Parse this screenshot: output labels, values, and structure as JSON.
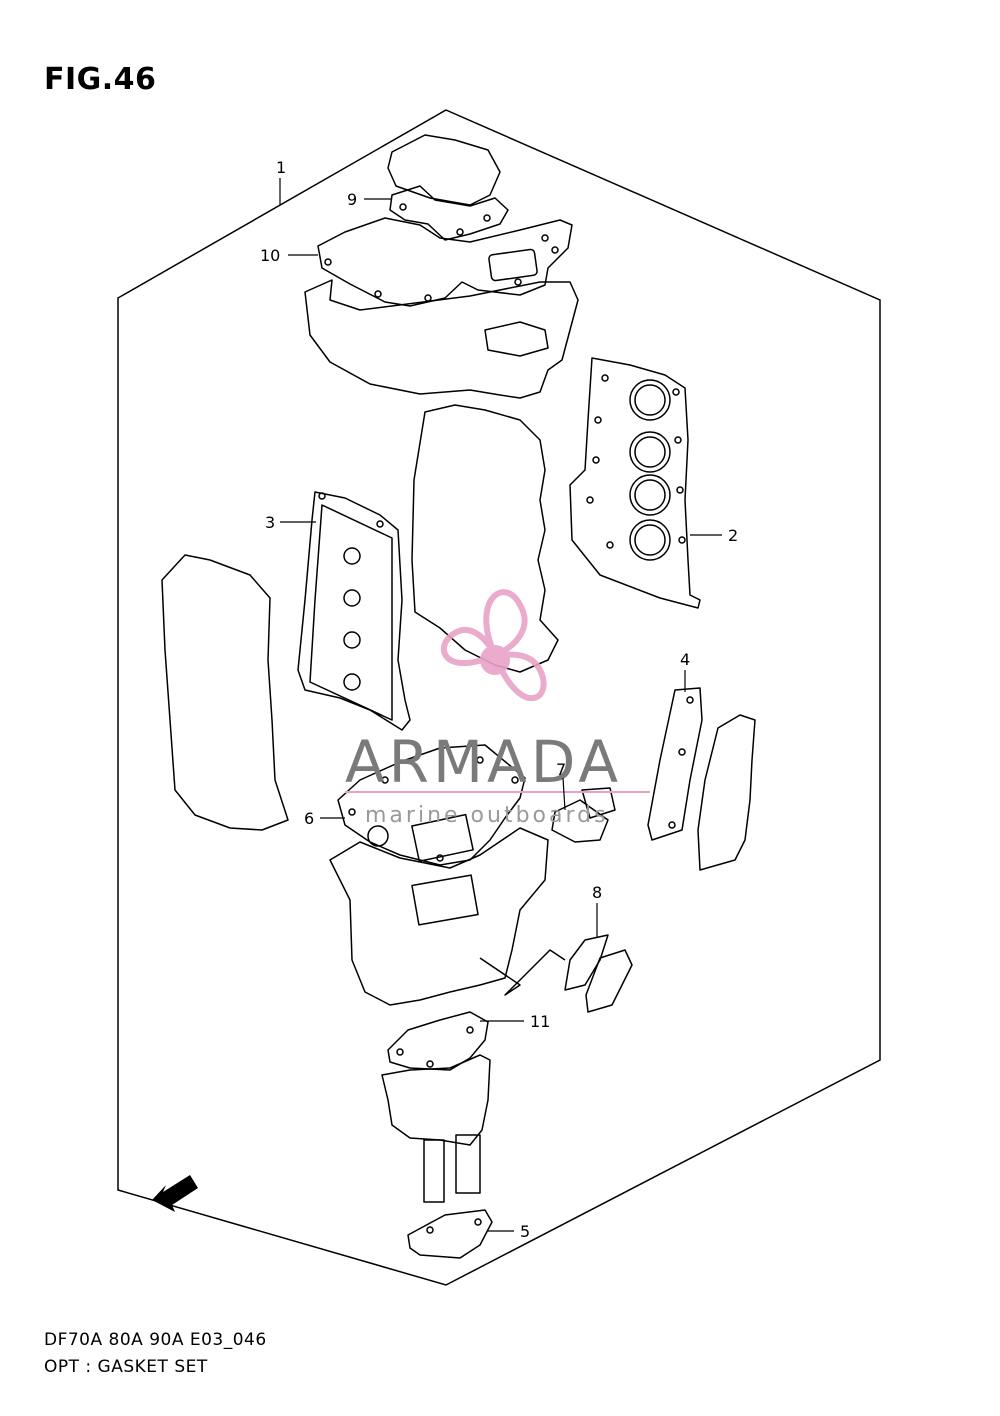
{
  "figure": {
    "title": "FIG.46"
  },
  "footer": {
    "model": "DF70A 80A 90A E03_046",
    "caption": "OPT : GASKET SET"
  },
  "watermark": {
    "brand": "ARMADA",
    "tagline": "marine outboards",
    "logo_color": "#e8a2c8"
  },
  "direction_marker": {
    "label": "FWD"
  },
  "callouts": [
    {
      "number": "1"
    },
    {
      "number": "2"
    },
    {
      "number": "3"
    },
    {
      "number": "4"
    },
    {
      "number": "5"
    },
    {
      "number": "6"
    },
    {
      "number": "7"
    },
    {
      "number": "8"
    },
    {
      "number": "9"
    },
    {
      "number": "10"
    },
    {
      "number": "11"
    }
  ]
}
